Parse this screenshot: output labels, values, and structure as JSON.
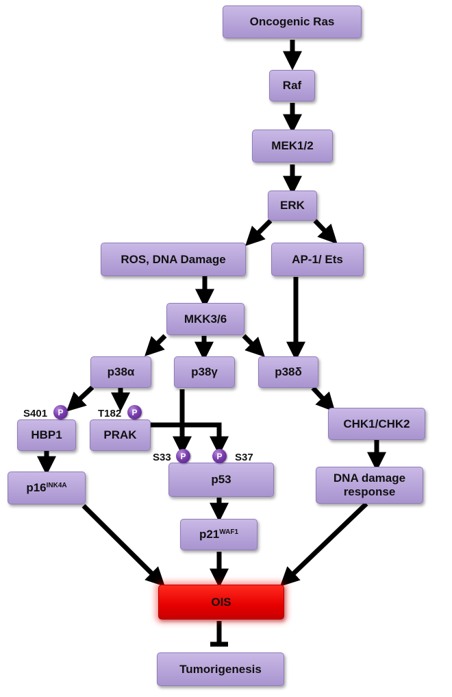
{
  "nodes": {
    "oncogenic_ras": "Oncogenic Ras",
    "raf": "Raf",
    "mek": "MEK1/2",
    "erk": "ERK",
    "ros": "ROS, DNA Damage",
    "ap1": "AP-1/ Ets",
    "mkk": "MKK3/6",
    "p38a": "p38α",
    "p38g": "p38γ",
    "p38d": "p38δ",
    "hbp1": "HBP1",
    "prak": "PRAK",
    "chk": "CHK1/CHK2",
    "p16_base": "p16",
    "p16_sup": "INK4A",
    "p53": "p53",
    "dna_line1": "DNA damage",
    "dna_line2": "response",
    "p21_base": "p21",
    "p21_sup": "WAF1",
    "ois": "OIS",
    "tumor": "Tumorigenesis"
  },
  "phospho": {
    "symbol": "P",
    "hbp1_site": "S401",
    "prak_site": "T182",
    "p53_site1": "S33",
    "p53_site2": "S37"
  },
  "colors": {
    "node_fill": "#b7a4d9",
    "ois_fill": "#e60000",
    "phospho_fill": "#7a3fb0",
    "arrow": "#000000"
  }
}
